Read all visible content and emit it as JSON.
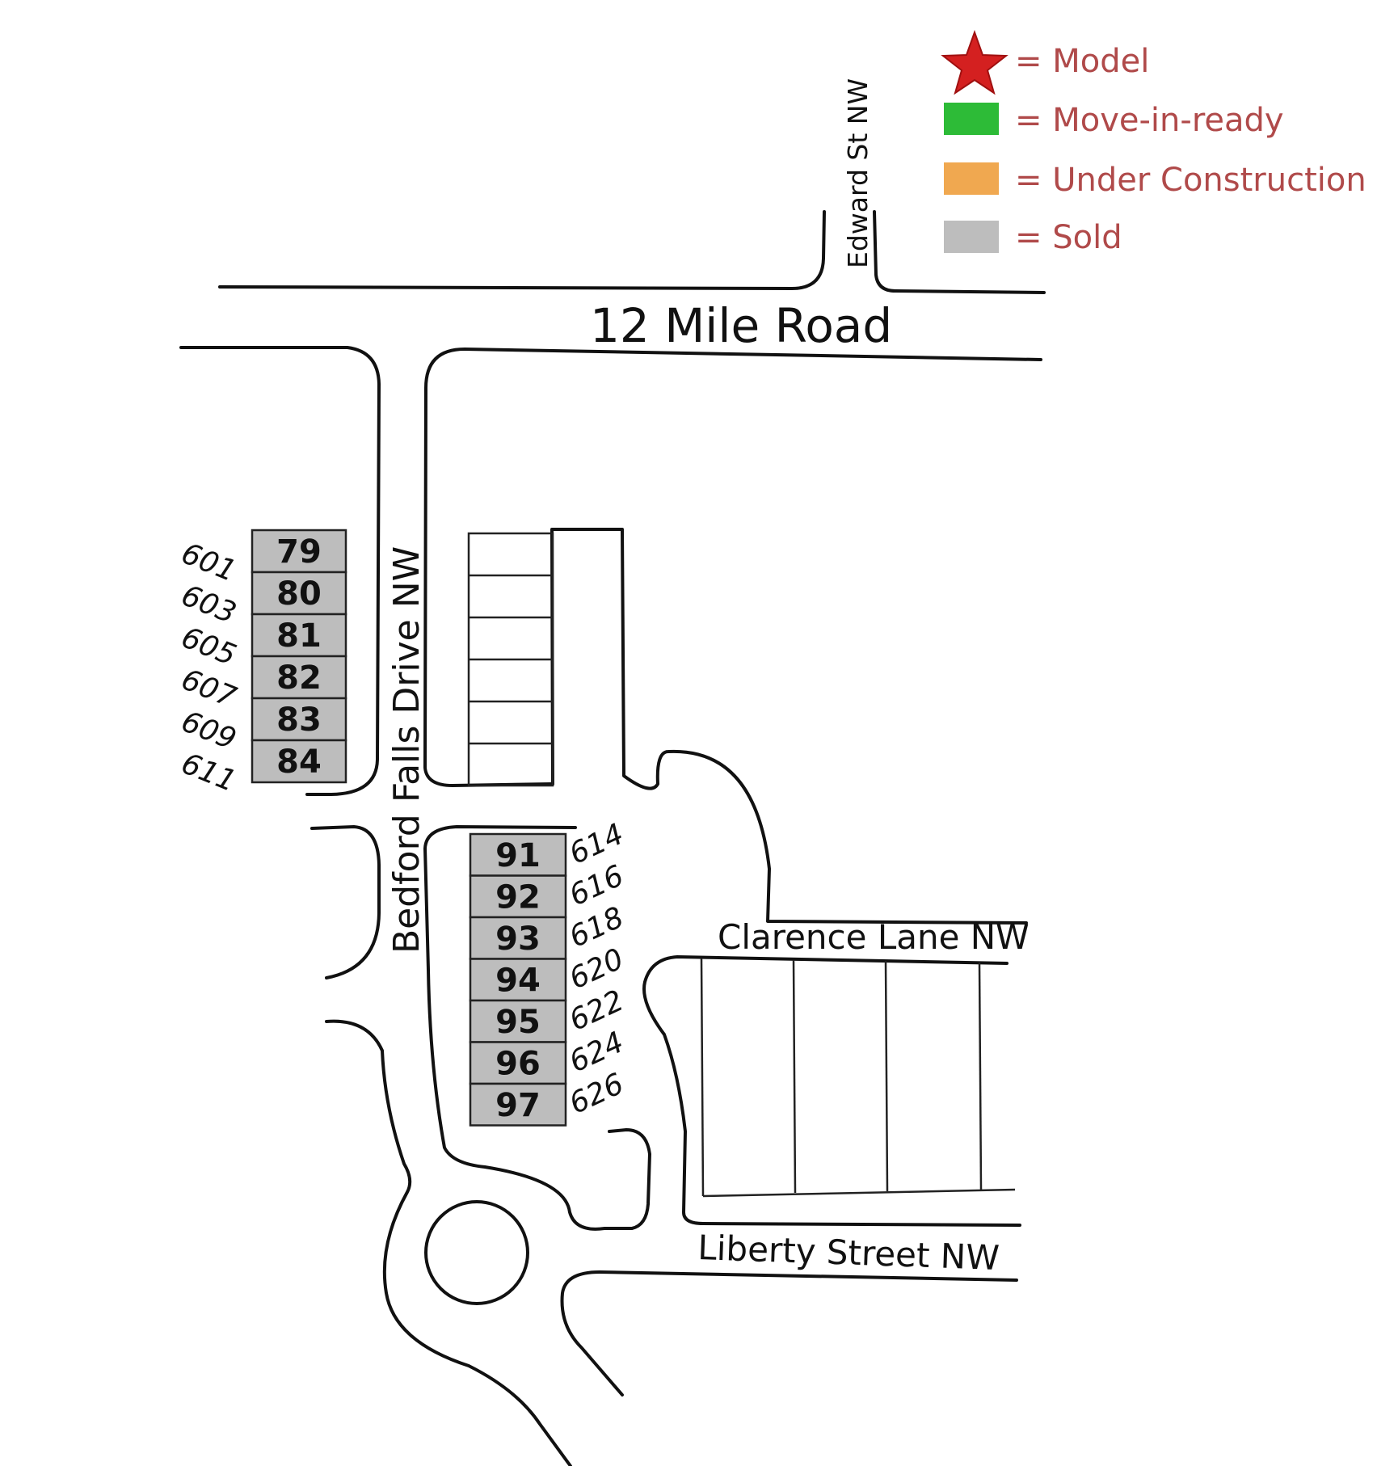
{
  "legend": {
    "text_color": "#b04a4a",
    "items": [
      {
        "key": "model",
        "label": "= Model",
        "swatch": "star-icon",
        "color": "#d42020"
      },
      {
        "key": "move_in_ready",
        "label": "= Move-in-ready",
        "swatch": "square",
        "color": "#2dbb37"
      },
      {
        "key": "under_construction",
        "label": "= Under Construction",
        "swatch": "square",
        "color": "#f0a850"
      },
      {
        "key": "sold",
        "label": "= Sold",
        "swatch": "square",
        "color": "#bdbdbd"
      }
    ]
  },
  "streets": {
    "twelve_mile": "12 Mile Road",
    "edward": "Edward St NW",
    "bedford": "Bedford Falls Drive NW",
    "clarence": "Clarence Lane NW",
    "liberty": "Liberty Street NW"
  },
  "lots_west": [
    {
      "lot": "79",
      "address": "601",
      "status": "sold"
    },
    {
      "lot": "80",
      "address": "603",
      "status": "sold"
    },
    {
      "lot": "81",
      "address": "605",
      "status": "sold"
    },
    {
      "lot": "82",
      "address": "607",
      "status": "sold"
    },
    {
      "lot": "83",
      "address": "609",
      "status": "sold"
    },
    {
      "lot": "84",
      "address": "611",
      "status": "sold"
    }
  ],
  "lots_east": [
    {
      "lot": "91",
      "address": "614",
      "status": "sold"
    },
    {
      "lot": "92",
      "address": "616",
      "status": "sold"
    },
    {
      "lot": "93",
      "address": "618",
      "status": "sold"
    },
    {
      "lot": "94",
      "address": "620",
      "status": "sold"
    },
    {
      "lot": "95",
      "address": "622",
      "status": "sold"
    },
    {
      "lot": "96",
      "address": "624",
      "status": "sold"
    },
    {
      "lot": "97",
      "address": "626",
      "status": "sold"
    }
  ]
}
